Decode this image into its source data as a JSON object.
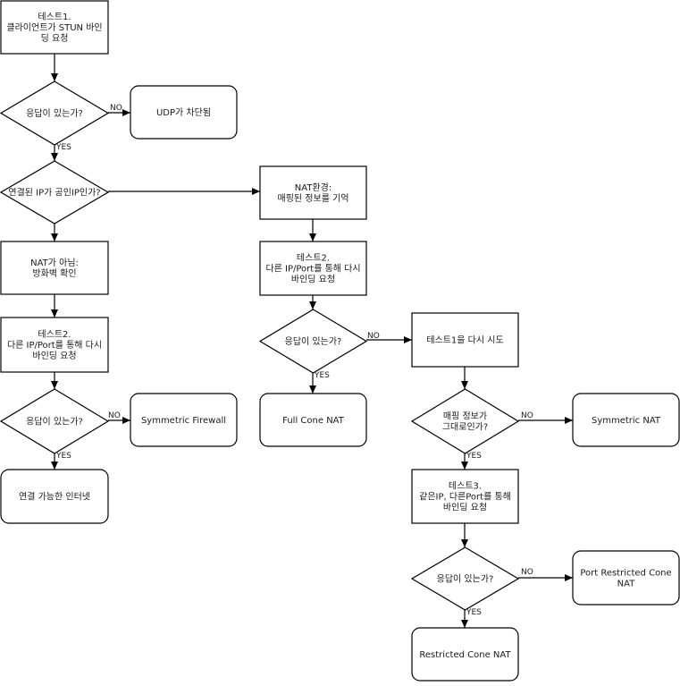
{
  "diagram": {
    "nodes": [
      {
        "id": "test1",
        "shape": "rect",
        "lines": [
          "테스트1.",
          "클라이언트가 STUN 바인",
          "딩 요청"
        ]
      },
      {
        "id": "resp1",
        "shape": "diamond",
        "lines": [
          "응답이 있는가?"
        ]
      },
      {
        "id": "udpblocked",
        "shape": "round",
        "lines": [
          "UDP가 차단됨"
        ]
      },
      {
        "id": "publicip",
        "shape": "diamond",
        "lines": [
          "연결된 IP가 공인IP인가?"
        ]
      },
      {
        "id": "natmapping",
        "shape": "rect",
        "lines": [
          "NAT환경:",
          "매핑된 정보를 기억"
        ]
      },
      {
        "id": "notnat",
        "shape": "rect",
        "lines": [
          "NAT가 아님:",
          "방화벽 확인"
        ]
      },
      {
        "id": "test2a",
        "shape": "rect",
        "lines": [
          "테스트2.",
          "다른 IP/Port를 통해 다시",
          "바인딩 요청"
        ]
      },
      {
        "id": "resp2a",
        "shape": "diamond",
        "lines": [
          "응답이 있는가?"
        ]
      },
      {
        "id": "symfw",
        "shape": "round",
        "lines": [
          "Symmetric Firewall"
        ]
      },
      {
        "id": "internet",
        "shape": "round",
        "lines": [
          "연결 가능한 인터넷"
        ]
      },
      {
        "id": "test2b",
        "shape": "rect",
        "lines": [
          "테스트2.",
          "다른 IP/Port를 통해 다시",
          "바인딩 요청"
        ]
      },
      {
        "id": "resp2b",
        "shape": "diamond",
        "lines": [
          "응답이 있는가?"
        ]
      },
      {
        "id": "retest1",
        "shape": "rect",
        "lines": [
          "테스트1을 다시 시도"
        ]
      },
      {
        "id": "fullcone",
        "shape": "round",
        "lines": [
          "Full Cone NAT"
        ]
      },
      {
        "id": "sameinfo",
        "shape": "diamond",
        "lines": [
          "매핑 정보가",
          "그대로인가?"
        ]
      },
      {
        "id": "symnat",
        "shape": "round",
        "lines": [
          "Symmetric NAT"
        ]
      },
      {
        "id": "test3",
        "shape": "rect",
        "lines": [
          "테스트3.",
          "같은IP, 다른Port를 통해",
          "바인딩 요청"
        ]
      },
      {
        "id": "resp3",
        "shape": "diamond",
        "lines": [
          "응답이 있는가?"
        ]
      },
      {
        "id": "portrestricted",
        "shape": "round",
        "lines": [
          "Port Restricted Cone",
          "NAT"
        ]
      },
      {
        "id": "restricted",
        "shape": "round",
        "lines": [
          "Restricted Cone NAT"
        ]
      }
    ],
    "edges": [
      {
        "id": "e1",
        "from": "test1",
        "to": "resp1",
        "label": ""
      },
      {
        "id": "e2",
        "from": "resp1",
        "to": "udpblocked",
        "label": "NO"
      },
      {
        "id": "e3",
        "from": "resp1",
        "to": "publicip",
        "label": "YES"
      },
      {
        "id": "e4",
        "from": "publicip",
        "to": "natmapping",
        "label": ""
      },
      {
        "id": "e5",
        "from": "publicip",
        "to": "notnat",
        "label": ""
      },
      {
        "id": "e6",
        "from": "notnat",
        "to": "test2a",
        "label": ""
      },
      {
        "id": "e7",
        "from": "test2a",
        "to": "resp2a",
        "label": ""
      },
      {
        "id": "e8",
        "from": "resp2a",
        "to": "symfw",
        "label": "NO"
      },
      {
        "id": "e9",
        "from": "resp2a",
        "to": "internet",
        "label": "YES"
      },
      {
        "id": "e10",
        "from": "natmapping",
        "to": "test2b",
        "label": ""
      },
      {
        "id": "e11",
        "from": "test2b",
        "to": "resp2b",
        "label": ""
      },
      {
        "id": "e12",
        "from": "resp2b",
        "to": "retest1",
        "label": "NO"
      },
      {
        "id": "e13",
        "from": "resp2b",
        "to": "fullcone",
        "label": "YES"
      },
      {
        "id": "e14",
        "from": "retest1",
        "to": "sameinfo",
        "label": ""
      },
      {
        "id": "e15",
        "from": "sameinfo",
        "to": "symnat",
        "label": "NO"
      },
      {
        "id": "e16",
        "from": "sameinfo",
        "to": "test3",
        "label": "YES"
      },
      {
        "id": "e17",
        "from": "test3",
        "to": "resp3",
        "label": ""
      },
      {
        "id": "e18",
        "from": "resp3",
        "to": "portrestricted",
        "label": "NO"
      },
      {
        "id": "e19",
        "from": "resp3",
        "to": "restricted",
        "label": "YES"
      }
    ]
  }
}
